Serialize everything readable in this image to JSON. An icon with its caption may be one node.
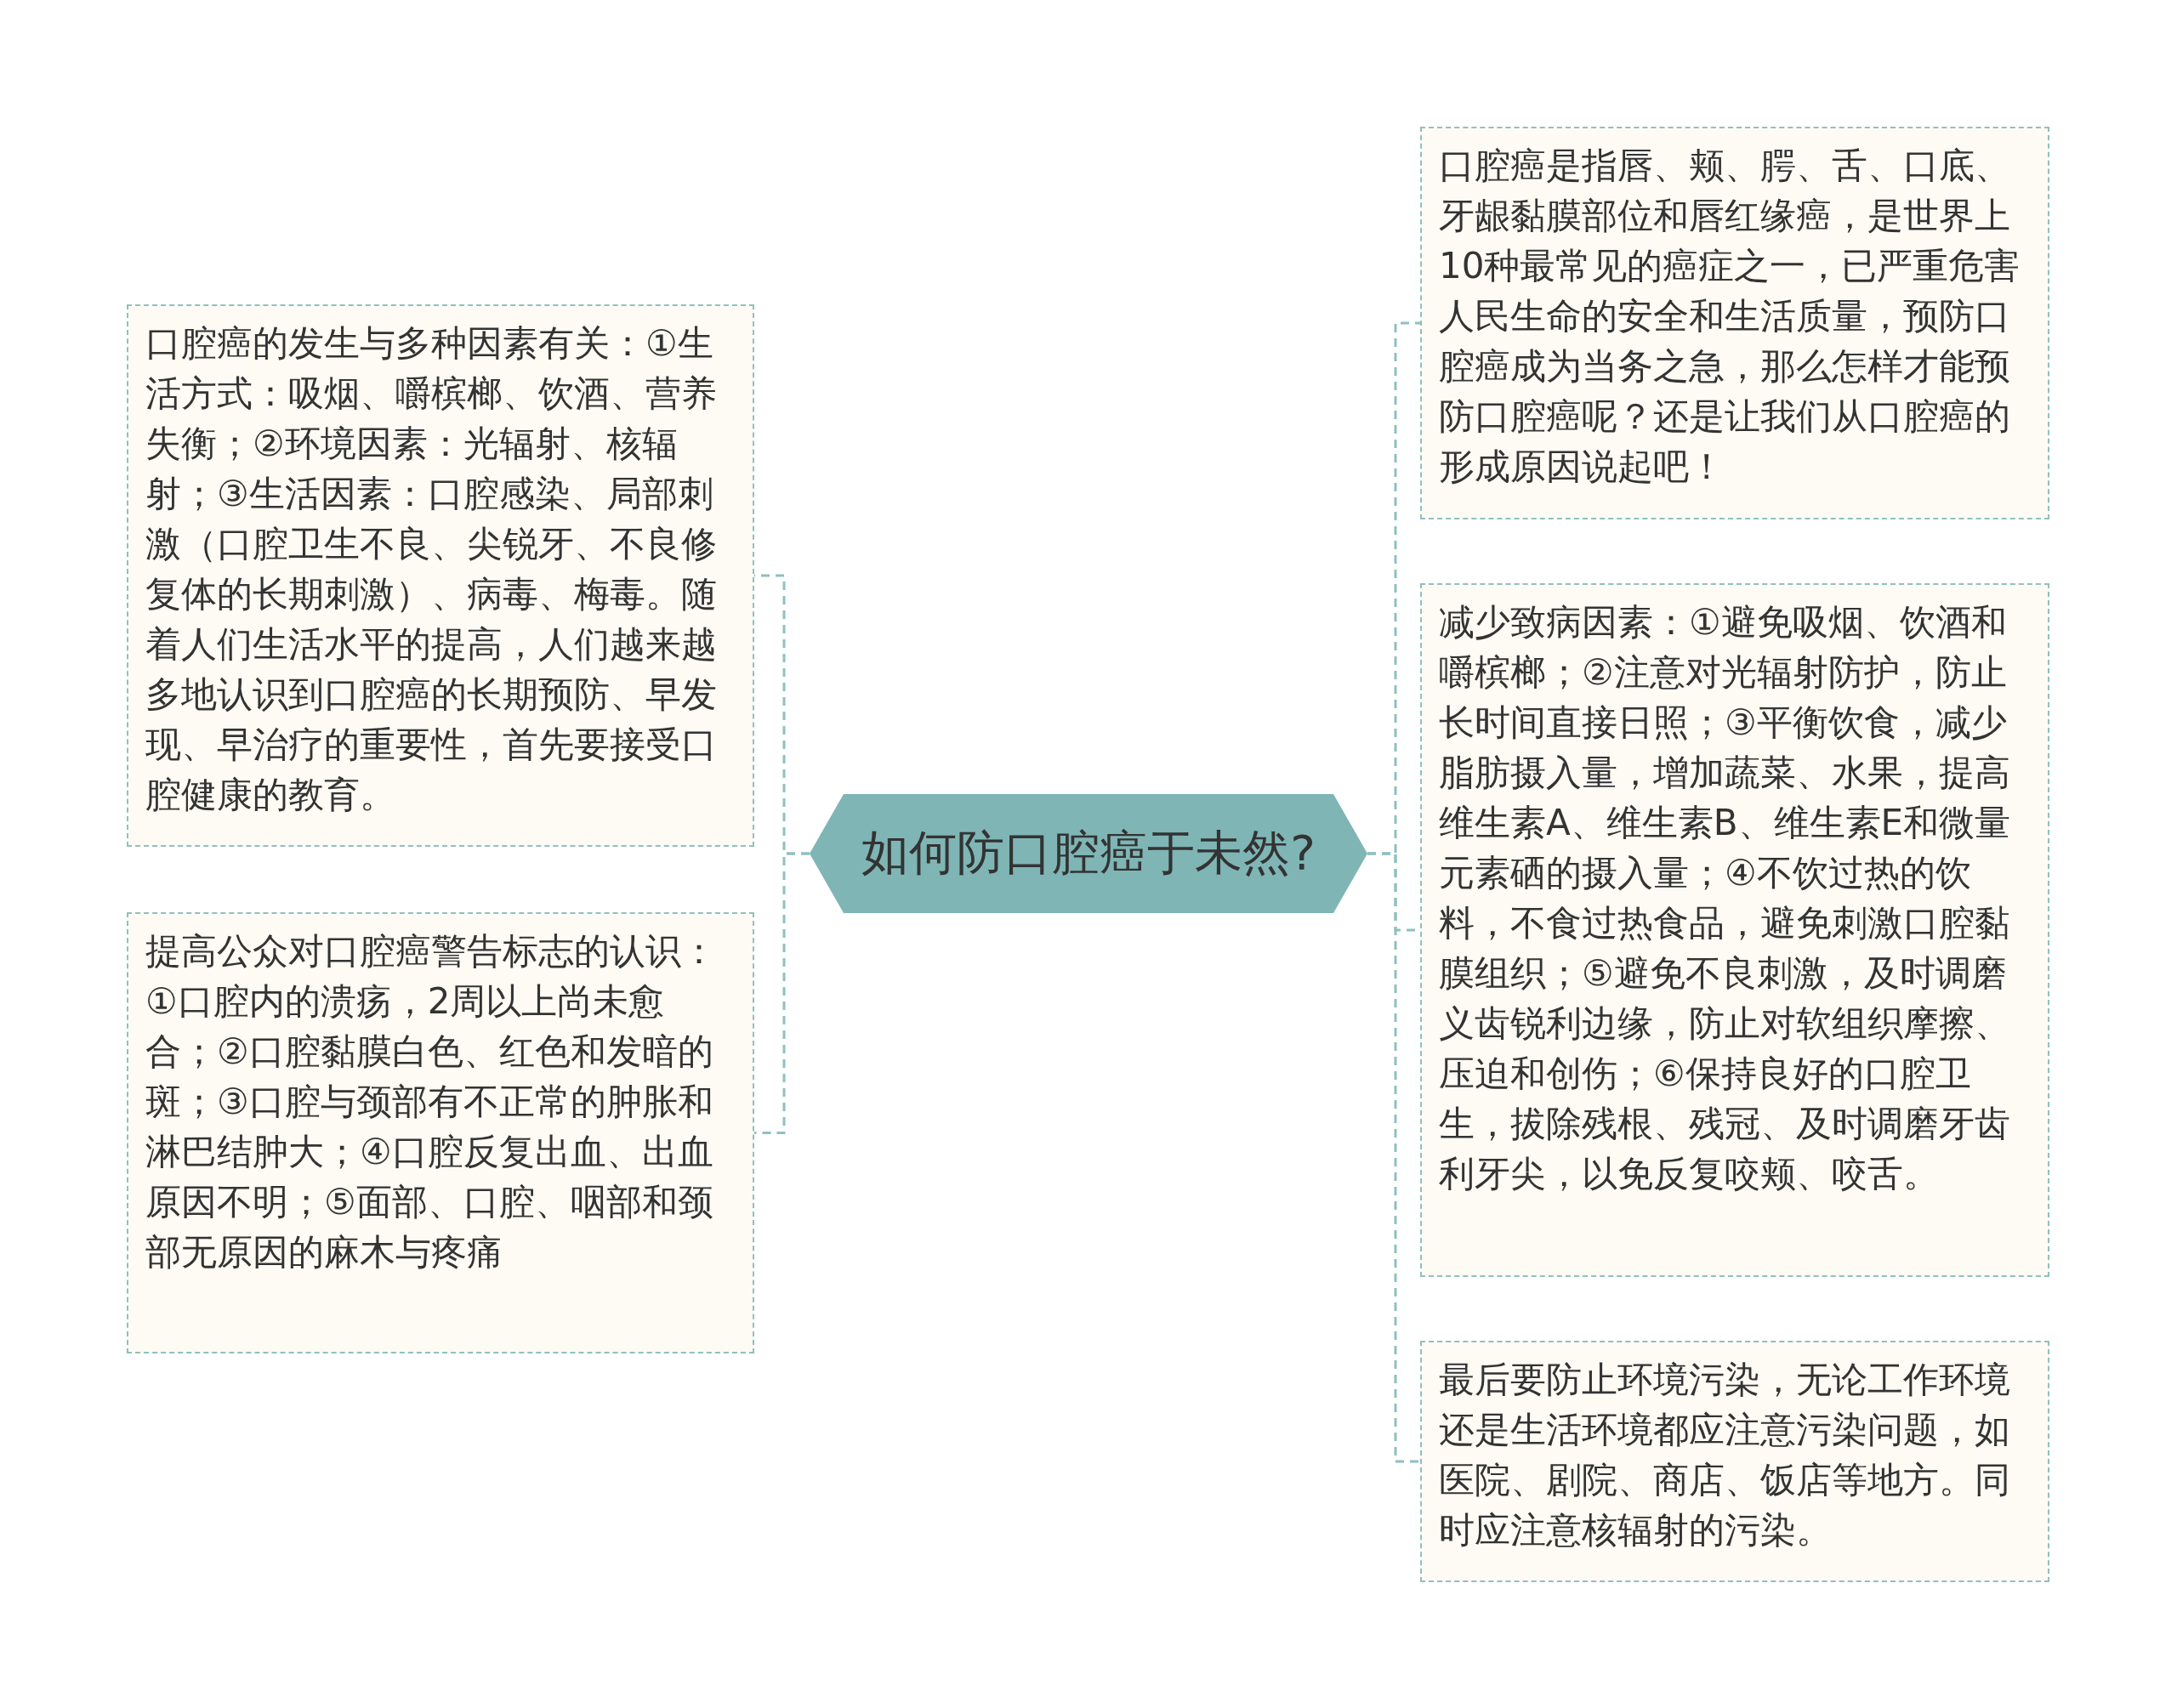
{
  "diagram": {
    "nodes": [
      {
        "text": [
          "如何防口腔癌于未然?"
        ]
      },
      {
        "text": [
          "口腔癌的发生与多种因素有关：①生活方式：吸烟、嚼槟榔、饮酒、营养失衡；②环境因素：光辐射、核辐射；③生活因素：口腔感染、局部刺激（口腔卫生不良、尖锐牙、不良修复体的长期刺激）、病毒、梅毒。随着人们生活水平的提高，人们越来越多地认识到口腔癌的长期预防、早发现、早治疗的重要性，首先要接受口腔健康的教育。"
        ]
      },
      {
        "text": [
          "提高公众对口腔癌警告标志的认识：①口腔内的溃疡，2周以上尚未愈合；②口腔黏膜白色、红色和发暗的斑；③口腔与颈部有不正常的肿胀和淋巴结肿大；④口腔反复出血、出血原因不明；⑤面部、口腔、咽部和颈部无原因的麻木与疼痛"
        ]
      },
      {
        "text": [
          "口腔癌是指唇、颊、腭、舌、口底、牙龈黏膜部位和唇红缘癌，是世界上10种最常见的癌症之一，已严重危害人民生命的安全和生活质量，预防口腔癌成为当务之急，那么怎样才能预防口腔癌呢？还是让我们从口腔癌的形成原因说起吧！"
        ]
      },
      {
        "text": [
          "减少致病因素：①避免吸烟、饮酒和嚼槟榔；②注意对光辐射防护，防止长时间直接日照；③平衡饮食，减少脂肪摄入量，增加蔬菜、水果，提高维生素A、维生素B、维生素E和微量元素硒的摄入量；④不饮过热的饮料，不食过热食品，避免刺激口腔黏膜组织；⑤避免不良刺激，及时调磨义齿锐利边缘，防止对软组织摩擦、压迫和创伤；⑥保持良好的口腔卫生，拔除残根、残冠、及时调磨牙齿利牙尖，以免反复咬颊、咬舌。"
        ]
      },
      {
        "text": [
          "最后要防止环境污染，无论工作环境还是生活环境都应注意污染问题，如医院、剧院、商店、饭店等地方。同时应注意核辐射的污染。"
        ]
      }
    ],
    "edges": [
      {
        "from": 0,
        "to": 1,
        "arrow": "none",
        "style": "dashed"
      },
      {
        "from": 0,
        "to": 2,
        "arrow": "none",
        "style": "dashed"
      },
      {
        "from": 0,
        "to": 3,
        "arrow": "none",
        "style": "dashed"
      },
      {
        "from": 0,
        "to": 4,
        "arrow": "none",
        "style": "dashed"
      },
      {
        "from": 0,
        "to": 5,
        "arrow": "none",
        "style": "dashed"
      }
    ]
  }
}
